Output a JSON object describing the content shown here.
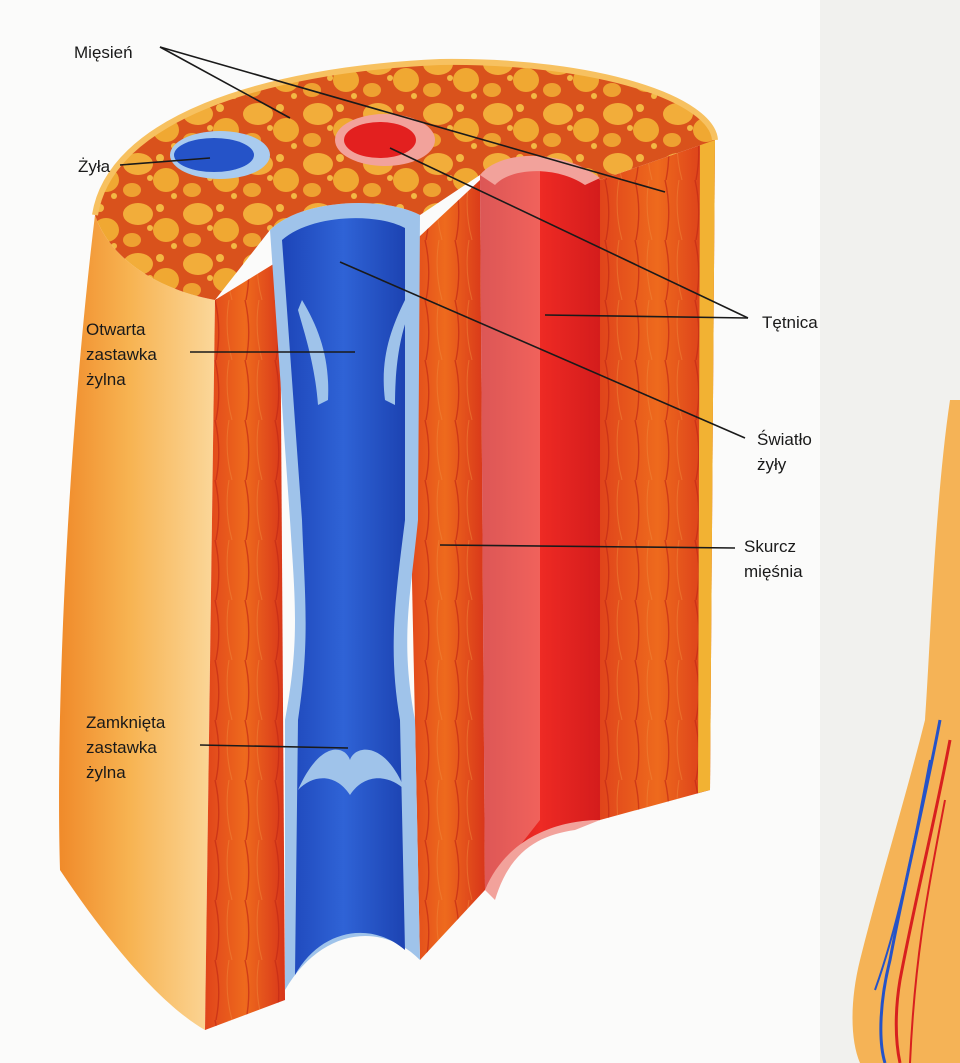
{
  "labels": {
    "miesien": "Mięsień",
    "zyla": "Żyła",
    "tetnica": "Tętnica",
    "otwarta_1": "Otwarta",
    "otwarta_2": "zastawka",
    "otwarta_3": "żylna",
    "swiatlo_1": "Światło",
    "swiatlo_2": "żyły",
    "skurcz_1": "Skurcz",
    "skurcz_2": "mięśnia",
    "zamknieta_1": "Zamknięta",
    "zamknieta_2": "zastawka",
    "zamknieta_3": "żylna"
  },
  "colors": {
    "muscle_red": "#d8361a",
    "muscle_orange": "#ef6b1c",
    "fat_yellow": "#f2b233",
    "vein_blue": "#2553c8",
    "vein_wall": "#9fc3ea",
    "artery_red": "#e3201f",
    "skin": "#f5b356",
    "paper": "#fbfbfa"
  }
}
